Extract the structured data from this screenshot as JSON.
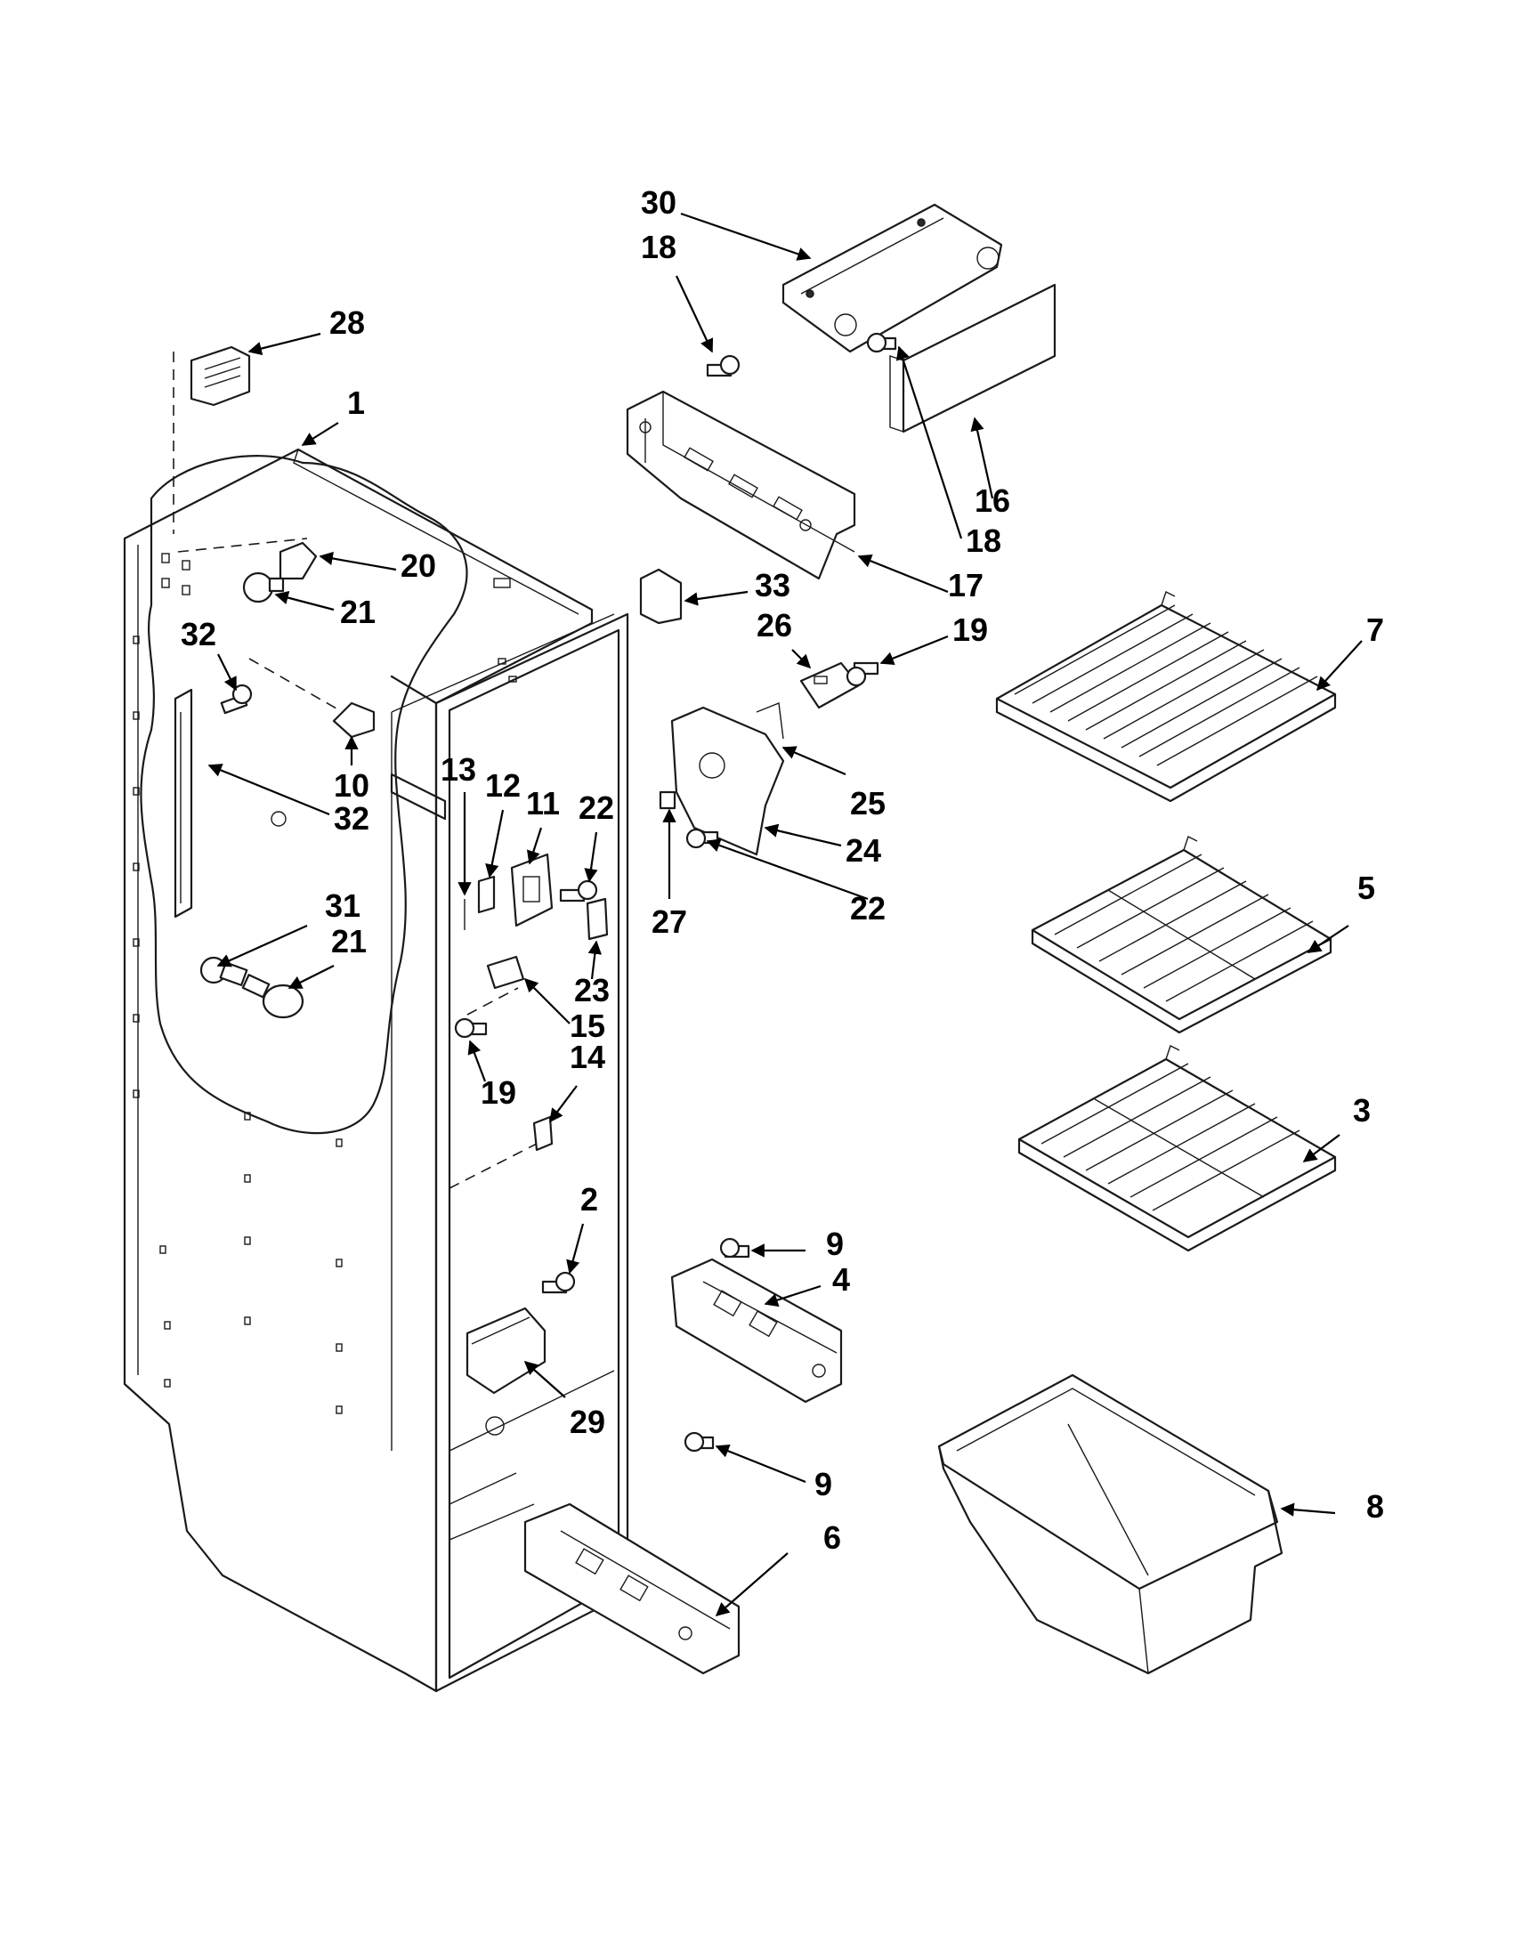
{
  "callouts": [
    {
      "id": "c30",
      "label": "30"
    },
    {
      "id": "c18a",
      "label": "18"
    },
    {
      "id": "c28",
      "label": "28"
    },
    {
      "id": "c1",
      "label": "1"
    },
    {
      "id": "c16",
      "label": "16"
    },
    {
      "id": "c18b",
      "label": "18"
    },
    {
      "id": "c20",
      "label": "20"
    },
    {
      "id": "c17",
      "label": "17"
    },
    {
      "id": "c21a",
      "label": "21"
    },
    {
      "id": "c33",
      "label": "33"
    },
    {
      "id": "c26",
      "label": "26"
    },
    {
      "id": "c19a",
      "label": "19"
    },
    {
      "id": "c7",
      "label": "7"
    },
    {
      "id": "c32a",
      "label": "32"
    },
    {
      "id": "c10",
      "label": "10"
    },
    {
      "id": "c32b",
      "label": "32"
    },
    {
      "id": "c13",
      "label": "13"
    },
    {
      "id": "c12",
      "label": "12"
    },
    {
      "id": "c11",
      "label": "11"
    },
    {
      "id": "c22a",
      "label": "22"
    },
    {
      "id": "c25",
      "label": "25"
    },
    {
      "id": "c24",
      "label": "24"
    },
    {
      "id": "c22b",
      "label": "22"
    },
    {
      "id": "c27",
      "label": "27"
    },
    {
      "id": "c5",
      "label": "5"
    },
    {
      "id": "c31",
      "label": "31"
    },
    {
      "id": "c21b",
      "label": "21"
    },
    {
      "id": "c23",
      "label": "23"
    },
    {
      "id": "c15",
      "label": "15"
    },
    {
      "id": "c19b",
      "label": "19"
    },
    {
      "id": "c14",
      "label": "14"
    },
    {
      "id": "c3",
      "label": "3"
    },
    {
      "id": "c2",
      "label": "2"
    },
    {
      "id": "c9a",
      "label": "9"
    },
    {
      "id": "c4",
      "label": "4"
    },
    {
      "id": "c29",
      "label": "29"
    },
    {
      "id": "c9b",
      "label": "9"
    },
    {
      "id": "c8",
      "label": "8"
    },
    {
      "id": "c6",
      "label": "6"
    }
  ]
}
